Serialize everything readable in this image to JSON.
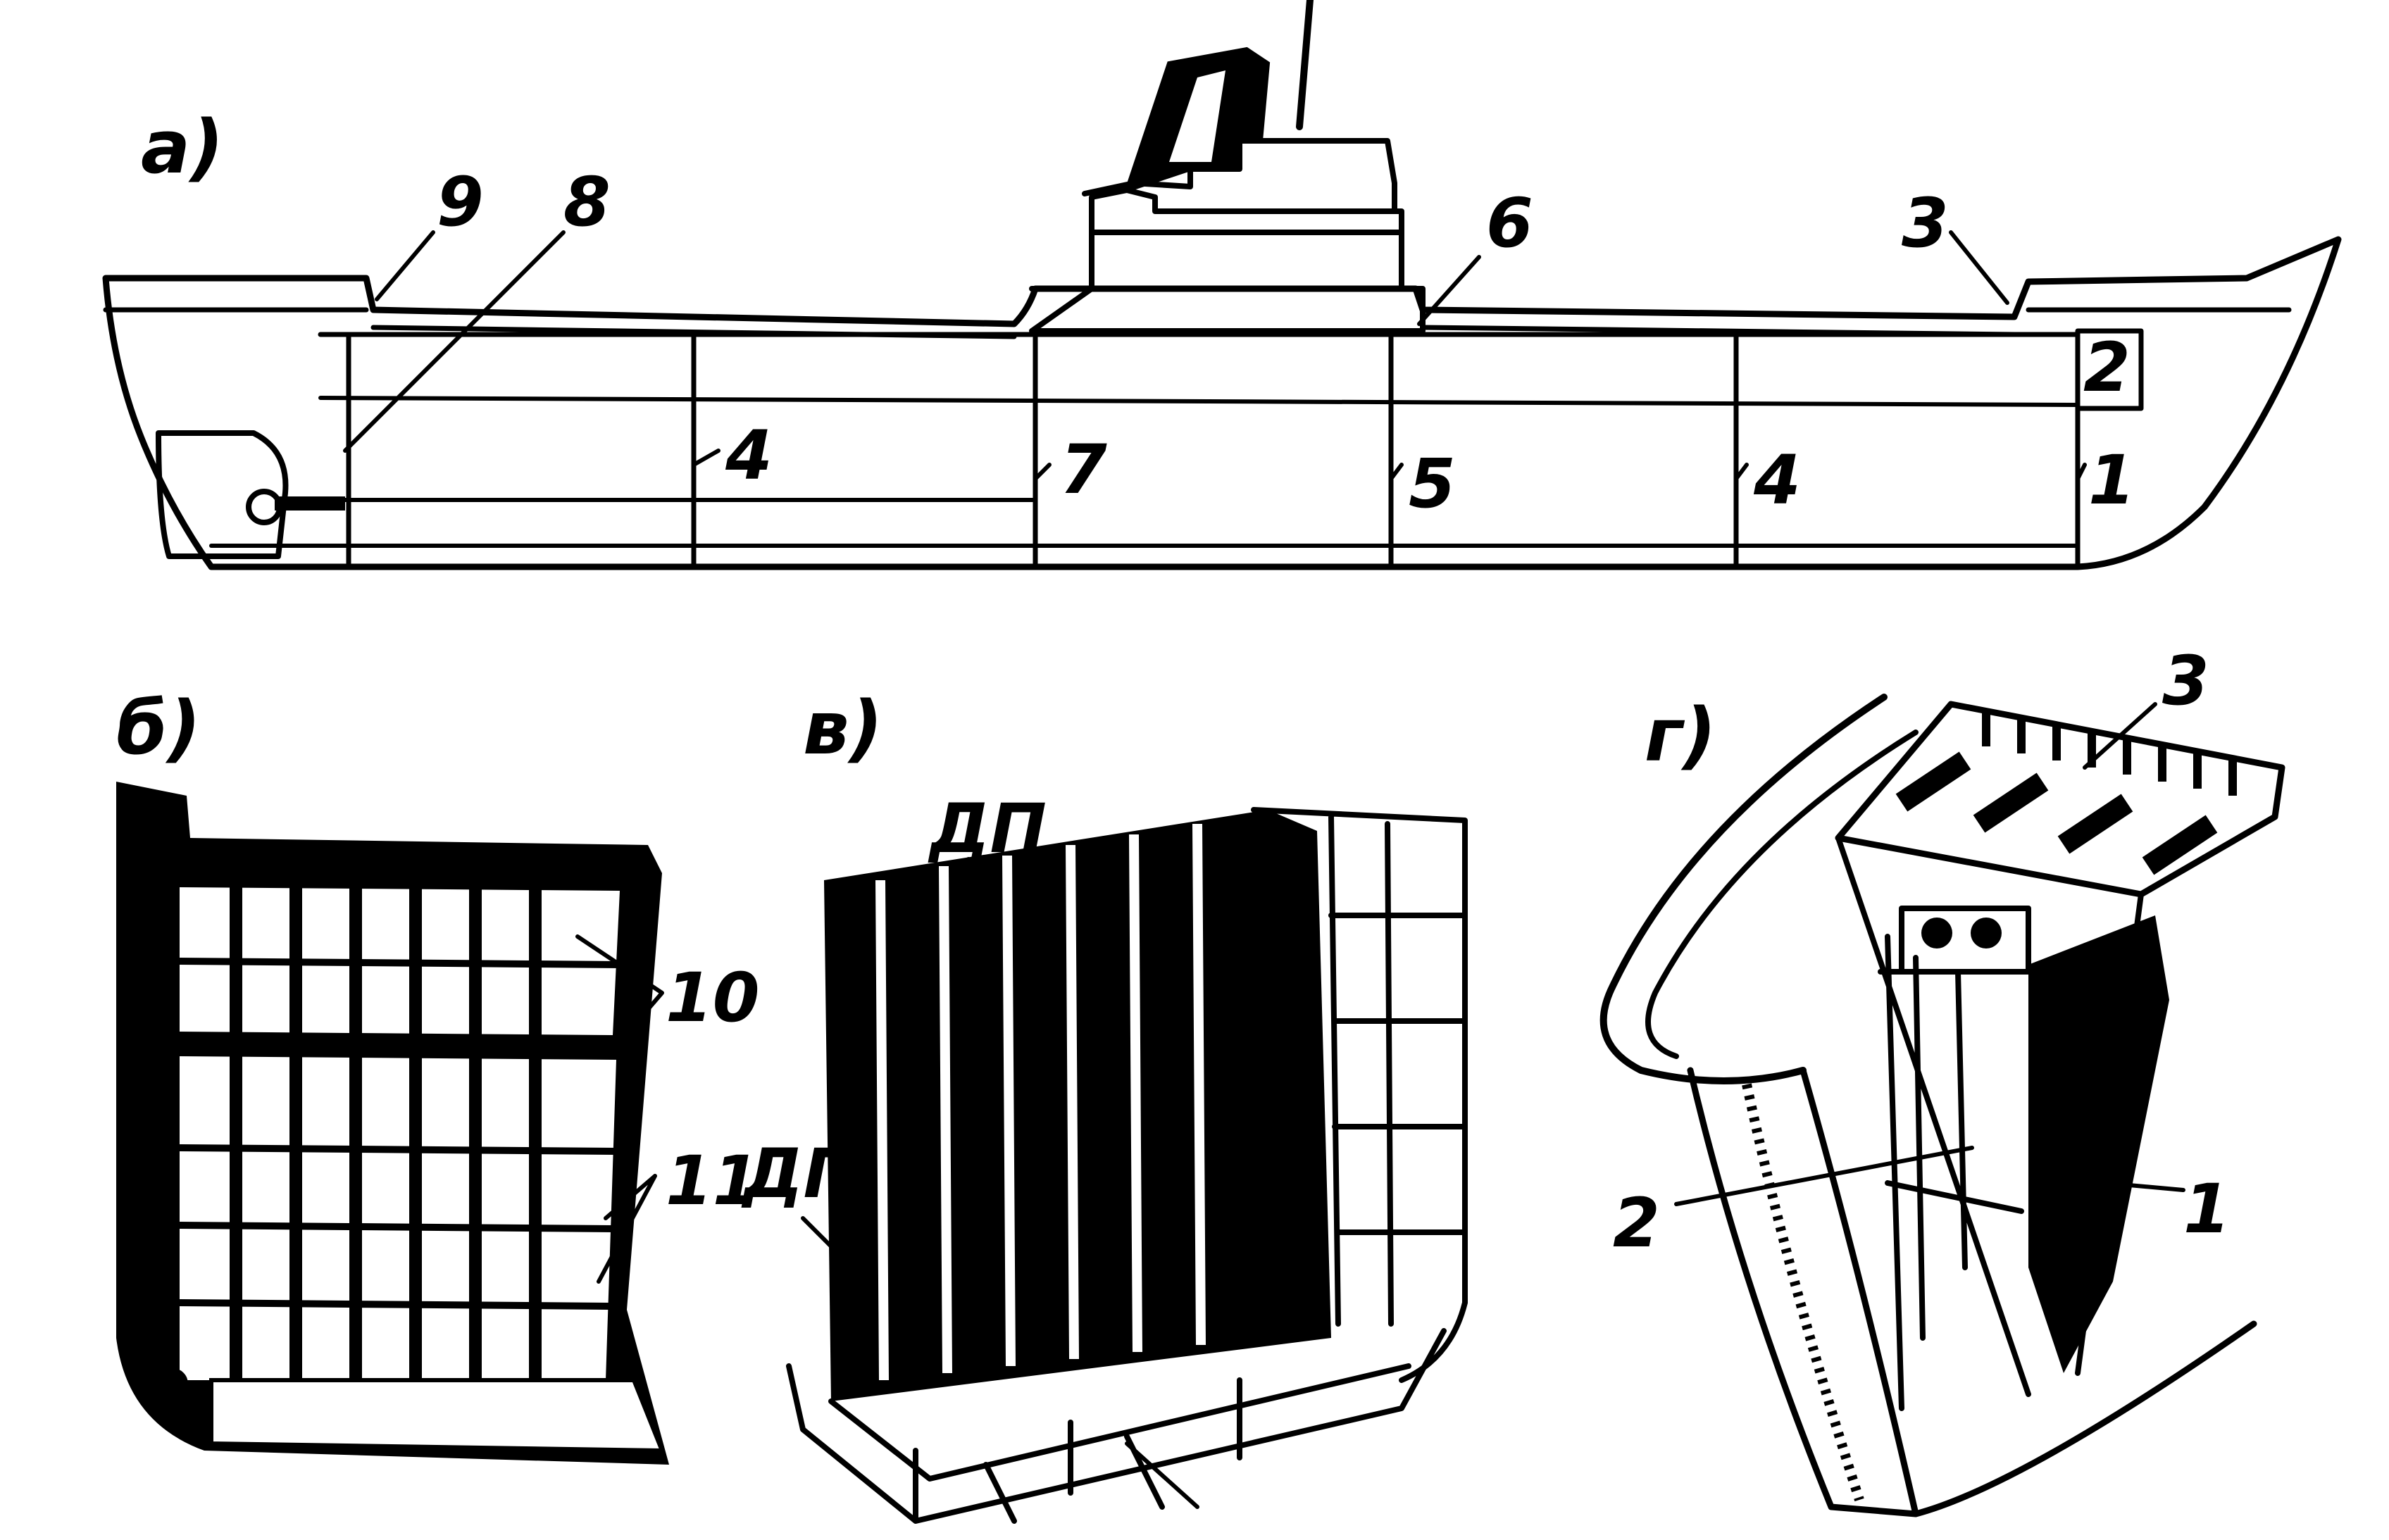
{
  "panels": {
    "a": {
      "label": "а)",
      "callouts": [
        "9",
        "8",
        "6",
        "3",
        "2",
        "4",
        "7",
        "5",
        "4",
        "1"
      ]
    },
    "b": {
      "label": "б)",
      "callouts": [
        "10",
        "11"
      ]
    },
    "v": {
      "label": "в)",
      "callouts": [
        "ДП",
        "ДП"
      ]
    },
    "g": {
      "label": "г)",
      "callouts": [
        "3",
        "2",
        "1"
      ]
    }
  },
  "colors": {
    "ink": "#000000",
    "paper": "#ffffff"
  }
}
